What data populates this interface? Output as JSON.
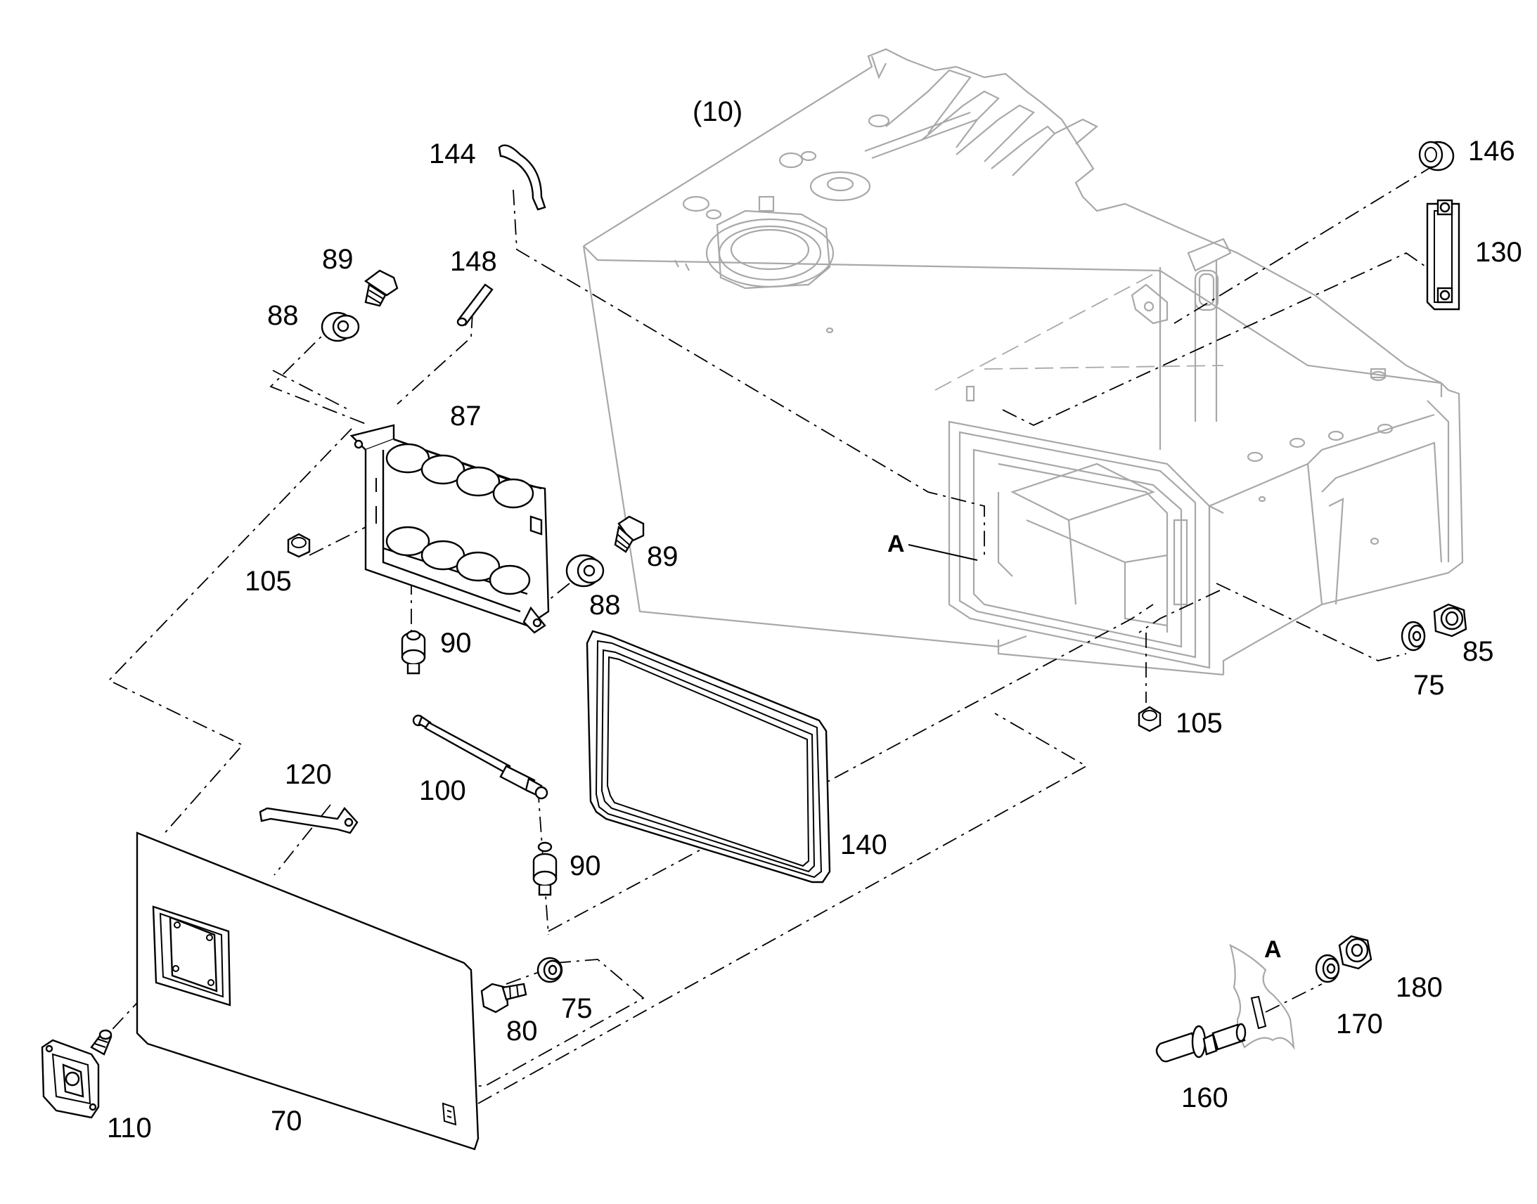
{
  "diagram": {
    "assembly_ref": "(10)",
    "detail_marker": "A",
    "callouts": {
      "c144": "144",
      "c146": "146",
      "c130": "130",
      "c89a": "89",
      "c148": "148",
      "c88a": "88",
      "c87": "87",
      "c105a": "105",
      "c89b": "89",
      "c88b": "88",
      "c90a": "90",
      "c100": "100",
      "c120": "120",
      "c90b": "90",
      "c140": "140",
      "c75a": "75",
      "c80": "80",
      "c70": "70",
      "c110": "110",
      "c105b": "105",
      "c75b": "75",
      "c85": "85",
      "c170": "170",
      "c180": "180",
      "c160": "160",
      "detailA_main": "A",
      "detailA_inset": "A"
    }
  }
}
